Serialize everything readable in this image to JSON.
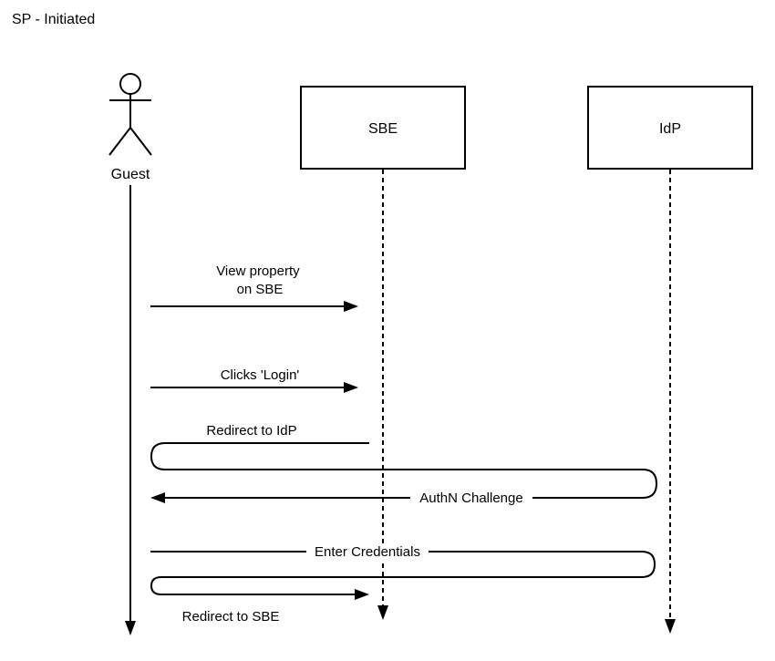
{
  "title": "SP - Initiated",
  "colors": {
    "stroke": "#000000",
    "background": "#ffffff"
  },
  "actors": [
    {
      "id": "guest",
      "label": "Guest",
      "kind": "stick-figure"
    },
    {
      "id": "sbe",
      "label": "SBE",
      "kind": "box"
    },
    {
      "id": "idp",
      "label": "IdP",
      "kind": "box"
    }
  ],
  "messages": [
    {
      "from": "Guest",
      "to": "SBE",
      "lines": [
        "View property",
        "on SBE"
      ]
    },
    {
      "from": "Guest",
      "to": "SBE",
      "lines": [
        "Clicks 'Login'"
      ]
    },
    {
      "from": "SBE",
      "to": "IdP",
      "via": "Guest",
      "lines": [
        "Redirect to IdP"
      ]
    },
    {
      "from": "IdP",
      "to": "Guest",
      "lines": [
        "AuthN Challenge"
      ]
    },
    {
      "from": "Guest",
      "to": "IdP",
      "lines": [
        "Enter Credentials"
      ]
    },
    {
      "from": "IdP",
      "to": "SBE",
      "via": "Guest",
      "lines": [
        "Redirect to SBE"
      ]
    }
  ]
}
